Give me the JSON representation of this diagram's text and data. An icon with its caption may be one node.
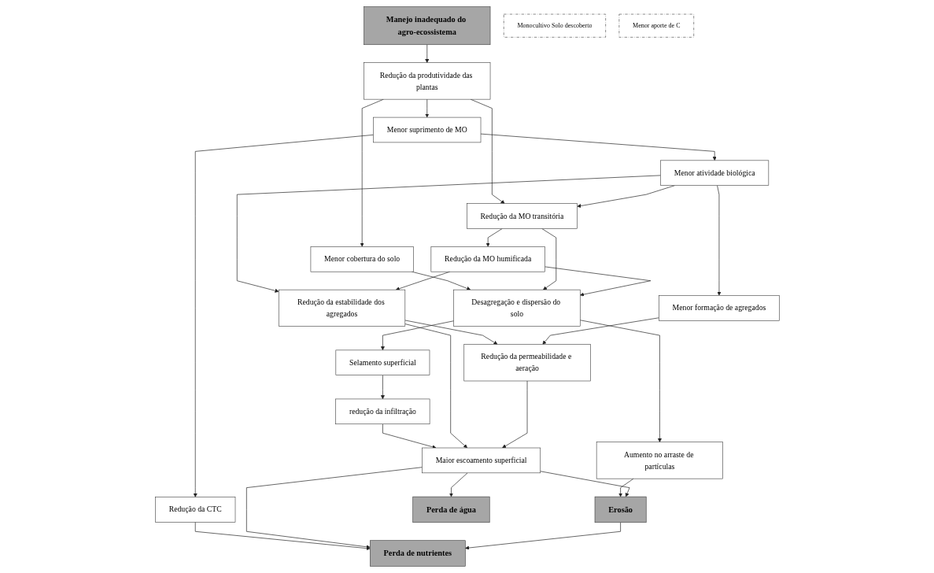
{
  "diagram": {
    "nodes": [
      {
        "text": [
          "Manejo inadequado do agro-ecossistema"
        ]
      },
      {
        "text": [
          "Monocultivo Solo descoberto"
        ]
      },
      {
        "text": [
          "Menor suprimento de MO"
        ]
      },
      {
        "text": [
          "Redução da produtividade das plantas"
        ]
      },
      {
        "text": [
          "Menor cobertura do solo"
        ]
      },
      {
        "text": [
          "Menor aporte de C"
        ]
      },
      {
        "text": [
          "Redução da CTC"
        ]
      },
      {
        "text": [
          "Menor atividade biológica"
        ]
      },
      {
        "text": [
          "Redução da MO transitória"
        ]
      },
      {
        "text": [
          "Desagregação e dispersão do solo"
        ]
      },
      {
        "text": [
          "Redução da MO humificada"
        ]
      },
      {
        "text": [
          "Selamento superficial"
        ]
      },
      {
        "text": [
          "Aumento no arraste de partículas"
        ]
      },
      {
        "text": [
          "Menor formação de agregados"
        ]
      },
      {
        "text": [
          "Redução da estabilidade dos agregados"
        ]
      },
      {
        "text": [
          "redução da infiltração"
        ]
      },
      {
        "text": [
          "Redução da permeabilidade e aeração"
        ]
      },
      {
        "text": [
          "Erosão"
        ]
      },
      {
        "text": [
          "Maior escoamento superficial"
        ]
      },
      {
        "text": [
          "Perda de nutrientes"
        ]
      },
      {
        "text": [
          "Perda de água"
        ]
      }
    ],
    "edges": [
      {
        "from": 0,
        "to": 3,
        "arrow": "to"
      },
      {
        "from": 3,
        "to": 2,
        "arrow": "to"
      },
      {
        "from": 3,
        "to": 4,
        "arrow": "to"
      },
      {
        "from": 3,
        "to": 8,
        "arrow": "to"
      },
      {
        "from": 2,
        "to": 6,
        "arrow": "to"
      },
      {
        "from": 2,
        "to": 7,
        "arrow": "to"
      },
      {
        "from": 7,
        "to": 8,
        "arrow": "to"
      },
      {
        "from": 4,
        "to": 9,
        "arrow": "to"
      },
      {
        "from": 8,
        "to": 9,
        "arrow": "to"
      },
      {
        "from": 8,
        "to": 10,
        "arrow": "to"
      },
      {
        "from": 10,
        "to": 9,
        "arrow": "to"
      },
      {
        "from": 7,
        "to": 13,
        "arrow": "to"
      },
      {
        "from": 7,
        "to": 14,
        "arrow": "to"
      },
      {
        "from": 10,
        "to": 14,
        "arrow": "to"
      },
      {
        "from": 9,
        "to": 11,
        "arrow": "to"
      },
      {
        "from": 9,
        "to": 12,
        "arrow": "to"
      },
      {
        "from": 11,
        "to": 15,
        "arrow": "to"
      },
      {
        "from": 14,
        "to": 16,
        "arrow": "to"
      },
      {
        "from": 13,
        "to": 16,
        "arrow": "to"
      },
      {
        "from": 12,
        "to": 17,
        "arrow": "to"
      },
      {
        "from": 15,
        "to": 18,
        "arrow": "to"
      },
      {
        "from": 14,
        "to": 18,
        "arrow": "to"
      },
      {
        "from": 16,
        "to": 18,
        "arrow": "to"
      },
      {
        "from": 18,
        "to": 17,
        "arrow": "to"
      },
      {
        "from": 6,
        "to": 19,
        "arrow": "to"
      },
      {
        "from": 18,
        "to": 19,
        "arrow": "to"
      },
      {
        "from": 18,
        "to": 20,
        "arrow": "to"
      },
      {
        "from": 17,
        "to": 19,
        "arrow": "to"
      }
    ]
  }
}
